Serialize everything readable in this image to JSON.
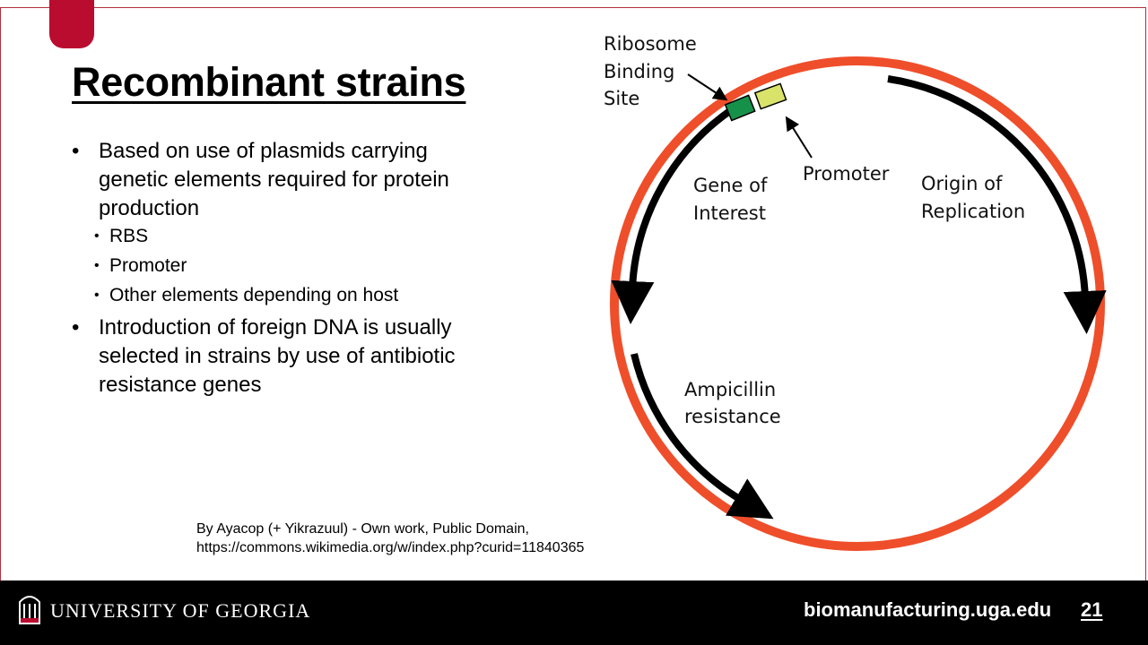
{
  "slide": {
    "title": "Recombinant strains",
    "bullets": [
      {
        "text": "Based on use of plasmids carrying genetic elements required for protein production",
        "sub": [
          "RBS",
          "Promoter",
          "Other elements depending on host"
        ]
      },
      {
        "text": "Introduction of foreign DNA is usually selected in strains by use of antibiotic resistance genes"
      }
    ],
    "credit_line1": "By Ayacop (+ Yikrazuul) - Own work, Public Domain,",
    "credit_line2": "https://commons.wikimedia.org/w/index.php?curid=11840365"
  },
  "diagram": {
    "labels": {
      "rbs_line1": "Ribosome",
      "rbs_line2": "Binding",
      "rbs_line3": "Site",
      "promoter": "Promoter",
      "gene_line1": "Gene of",
      "gene_line2": "Interest",
      "origin_line1": "Origin of",
      "origin_line2": "Replication",
      "amp_line1": "Ampicillin",
      "amp_line2": "resistance"
    },
    "colors": {
      "backbone": "#ef4e2b",
      "rbs": "#16914a",
      "promoter": "#d9e36a",
      "arrows": "#000000"
    }
  },
  "footer": {
    "university": "UNIVERSITY OF GEORGIA",
    "website": "biomanufacturing.uga.edu",
    "page_number": "21",
    "logo_icon": "uga-arch-icon"
  }
}
